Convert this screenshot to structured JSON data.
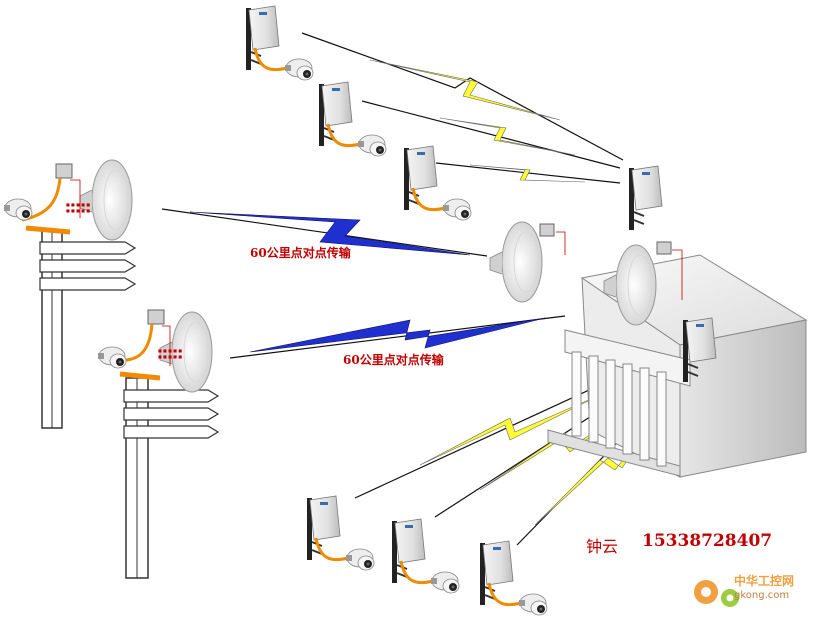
{
  "diagram": {
    "links": [
      {
        "label": "60公里点对点传输"
      },
      {
        "label": "60公里点对点传输"
      }
    ],
    "contact": {
      "name": "钟云",
      "phone": "15338728407"
    },
    "watermark": {
      "name_cn": "中华工控网",
      "domain": "gkong.com"
    },
    "colors": {
      "wifi_bolt": "#ffff33",
      "backhaul_bolt": "#2030d0",
      "label_red": "#c00000",
      "cable": "#f08a00"
    }
  }
}
